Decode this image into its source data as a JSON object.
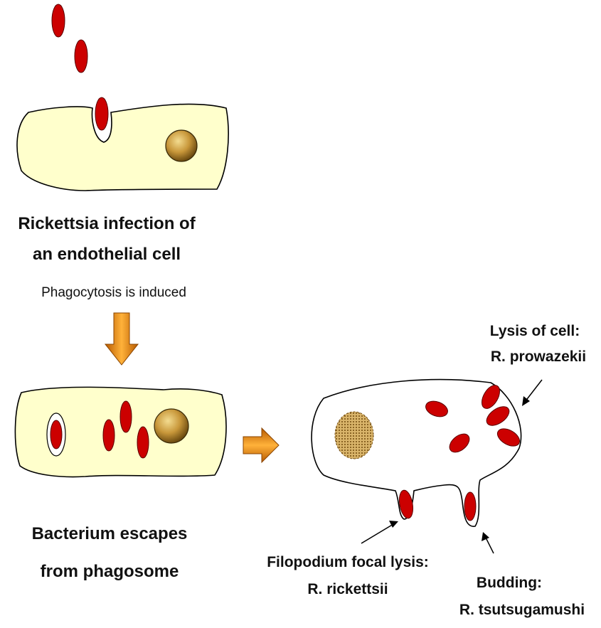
{
  "step1": {
    "title_line1": "Rickettsia infection of",
    "title_line2": "an endothelial cell",
    "subtitle": "Phagocytosis is induced"
  },
  "step2": {
    "line1": "Bacterium escapes",
    "line2": "from phagosome"
  },
  "step3": {
    "lysis_title": "Lysis of cell:",
    "lysis_species": "R. prowazekii",
    "filopodium_title": "Filopodium focal lysis:",
    "filopodium_species": "R. rickettsii",
    "budding_title": "Budding:",
    "budding_species": "R. tsutsugamushi"
  },
  "colors": {
    "cell_fill": "#ffffcc",
    "bacterium": "#cc0000",
    "nucleus": "#b8862c",
    "arrow": "#e07b00"
  }
}
